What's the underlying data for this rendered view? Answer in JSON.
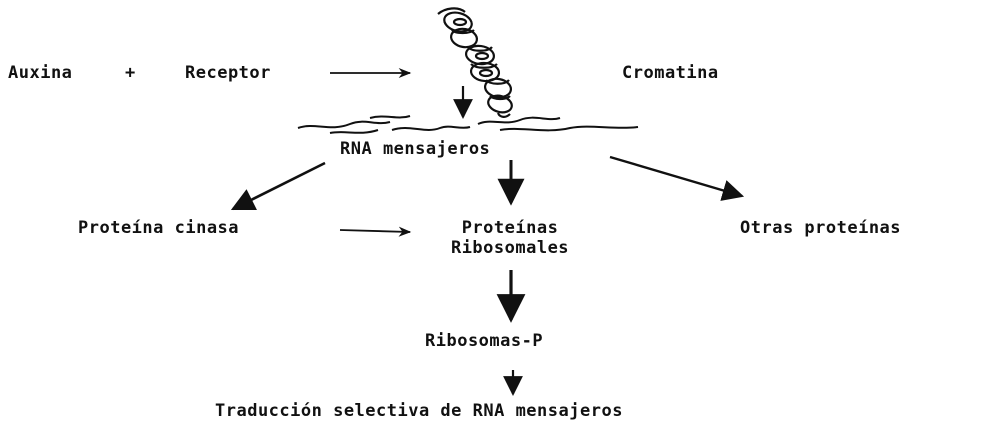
{
  "diagram": {
    "nodes": {
      "auxina": "Auxina",
      "plus": "+",
      "receptor": "Receptor",
      "cromatina": "Cromatina",
      "rna": "RNA mensajeros",
      "proteina_cinasa": "Proteína cinasa",
      "proteinas_line1": "Proteínas",
      "proteinas_line2": "Ribosomales",
      "otras": "Otras proteínas",
      "ribosomas": "Ribosomas-P",
      "traduccion": "Traducción selectiva de RNA mensajeros"
    },
    "edges": [
      {
        "from": "receptor",
        "to": "cromatina"
      },
      {
        "from": "cromatina",
        "to": "rna"
      },
      {
        "from": "rna",
        "to": "proteina_cinasa"
      },
      {
        "from": "rna",
        "to": "proteinas"
      },
      {
        "from": "rna",
        "to": "otras"
      },
      {
        "from": "proteina_cinasa",
        "to": "proteinas"
      },
      {
        "from": "proteinas",
        "to": "ribosomas"
      },
      {
        "from": "ribosomas",
        "to": "traduccion"
      }
    ],
    "colors": {
      "ink": "#111111",
      "background": "#ffffff"
    },
    "icons": [
      "chromatin-coil-icon",
      "mrna-strands-icon"
    ]
  }
}
